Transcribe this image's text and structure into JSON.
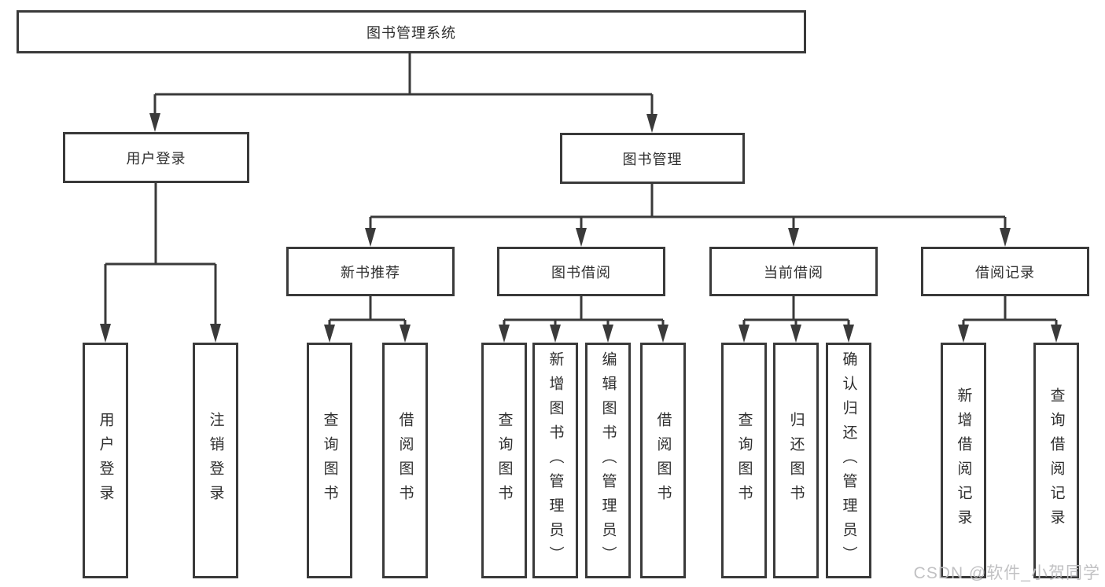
{
  "diagram": {
    "root": "图书管理系统",
    "level2": [
      "用户登录",
      "图书管理"
    ],
    "level3": [
      "新书推荐",
      "图书借阅",
      "当前借阅",
      "借阅记录"
    ],
    "leaves": {
      "user_login": [
        "用户登录",
        "注销登录"
      ],
      "new_book": [
        "查询图书",
        "借阅图书"
      ],
      "book_borrow": [
        "查询图书",
        "新增图书（管理员）",
        "编辑图书（管理员）",
        "借阅图书"
      ],
      "current_borrow": [
        "查询图书",
        "归还图书",
        "确认归还（管理员）"
      ],
      "records": [
        "新增借阅记录",
        "查询借阅记录"
      ]
    }
  },
  "watermark": "CSDN @软件_小贺同学",
  "colors": {
    "line": "#3a3a3a",
    "border": "#3a3a3a",
    "text": "#2f2f2f",
    "background": "#ffffff",
    "watermark": "#bebec0"
  }
}
